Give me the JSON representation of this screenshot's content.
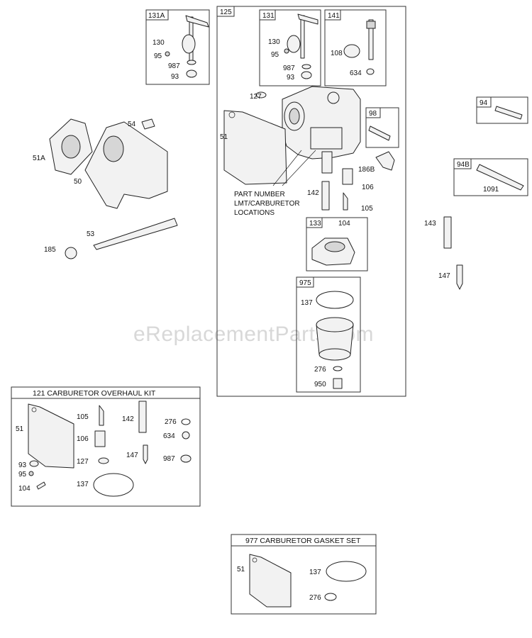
{
  "watermark": "eReplacementParts.com",
  "kits": {
    "overhaul_title": "121 CARBURETOR OVERHAUL KIT",
    "gasket_title": "977 CARBURETOR GASKET SET"
  },
  "carb_note": {
    "line1": "PART NUMBER",
    "line2": "LMT/CARBURETOR",
    "line3": "LOCATIONS"
  },
  "box_tags": {
    "b131a": "131A",
    "b125": "125",
    "b131": "131",
    "b141": "141",
    "b98": "98",
    "b133": "133",
    "b975": "975",
    "b94": "94",
    "b94b": "94B"
  },
  "labels": {
    "p130a": "130",
    "p95a": "95",
    "p987a": "987",
    "p93a": "93",
    "p130b": "130",
    "p95b": "95",
    "p987b": "987",
    "p93b": "93",
    "p108": "108",
    "p634a": "634",
    "p127a": "127",
    "p51a": "51",
    "p186b": "186B",
    "p142a": "142",
    "p106a": "106",
    "p105a": "105",
    "p104a": "104",
    "p137a": "137",
    "p276a": "276",
    "p950": "950",
    "p54": "54",
    "p51A": "51A",
    "p50": "50",
    "p53": "53",
    "p185": "185",
    "p1091": "1091",
    "p143": "143",
    "p147a": "147",
    "k51": "51",
    "k105": "105",
    "k106": "106",
    "k127": "127",
    "k142": "142",
    "k147": "147",
    "k276": "276",
    "k634": "634",
    "k987": "987",
    "k93": "93",
    "k95": "95",
    "k104": "104",
    "k137": "137",
    "g51": "51",
    "g137": "137",
    "g276": "276"
  }
}
